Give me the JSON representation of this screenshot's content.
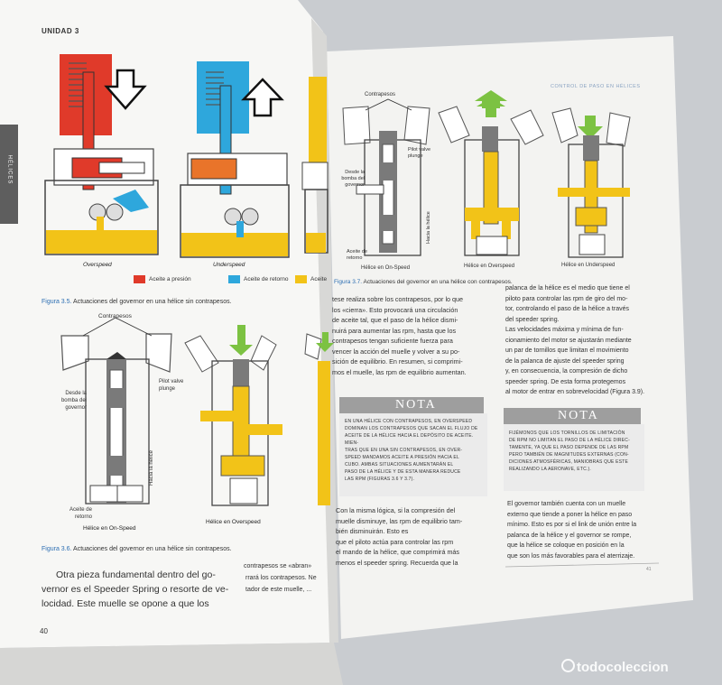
{
  "left_page": {
    "unit_header": "UNIDAD 3",
    "side_tab": "HÉLICES",
    "fig35": {
      "labels": [
        "Overspeed",
        "Underspeed"
      ],
      "legend": [
        {
          "label": "Aceite a presión",
          "color": "#e03a2a"
        },
        {
          "label": "Aceite de retorno",
          "color": "#2ea7dc"
        },
        {
          "label": "Aceite",
          "color": "#f2c318"
        }
      ],
      "caption_num": "Figura 3.5.",
      "caption_text": "Actuaciones del governor en una hélice sin contrapesos."
    },
    "fig36": {
      "contrapesos": "Contrapesos",
      "pilot_valve": "Pilot valve plunge",
      "desde_bomba": "Desde la bomba del governor",
      "hacia_helice": "Hacia la hélice",
      "aceite_retorno": "Aceite de retorno",
      "label_onspeed": "Hélice en On-Speed",
      "label_overspeed": "Hélice en Overspeed",
      "caption_num": "Figura 3.6.",
      "caption_text": "Actuaciones del governor en una hélice sin contrapesos."
    },
    "body_lines": [
      "Otra pieza fundamental dentro del go-",
      "vernor es el Speeder Spring o resorte de ve-",
      "locidad. Este muelle se opone a que los"
    ],
    "body_fragments": [
      "contrapesos se «abran»",
      "rrará los contrapesos. Ne",
      "tador de este muelle, ..."
    ],
    "page_number": "40"
  },
  "right_page": {
    "header": "CONTROL DE PASO EN HÉLICES",
    "fig37": {
      "contrapesos": "Contrapesos",
      "pilot_valve": "Pilot valve plunge",
      "desde_bomba": "Desde la bomba del governor",
      "hacia_helice": "Hacia la hélice",
      "aceite_retorno": "Aceite de retorno",
      "label_onspeed": "Hélice en On-Speed",
      "label_overspeed": "Hélice en Overspeed",
      "label_underspeed": "Hélice en Underspeed",
      "caption_num": "Figura 3.7.",
      "caption_text": "Actuaciones del governor en una hélice con contrapesos."
    },
    "col1_lines": [
      "tese realiza sobre los contrapesos, por lo que",
      "los «cierra». Esto provocará una circulación",
      "de aceite tal, que el paso de la hélice dismi-",
      "nuirá para aumentar las rpm, hasta que los",
      "contrapesos tengan suficiente fuerza para",
      "vencer la acción del muelle y volver a su po-",
      "sición de equilibrio. En resumen, si comprimi-",
      "mos el muelle, las rpm de equilibrio aumentan."
    ],
    "nota_title": "NOTA",
    "nota1_lines": [
      "En una hélice con contrapesos, en Overspeed",
      "dominan los contrapesos que sacan el flujo de",
      "aceite de la hélice hacia el depósito de aceite. Mien-",
      "tras que en una sin contrapesos, en Over-",
      "speed mandamos aceite a presión hacia el",
      "cubo. Ambas situaciones aumentarán el",
      "paso de la hélice y de esta manera reduce",
      "las rpm (Figuras 3.6 y 3.7)."
    ],
    "col1b_lines": [
      "Con la misma lógica, si la compresión del",
      "muelle disminuye, las rpm de equilibrio tam-",
      "bién disminuirán. Esto es",
      "que el piloto actúa para controlar las rpm",
      "el mando de la hélice, que comprimirá más",
      "menos el speeder spring. Recuerda que la"
    ],
    "col2_lines": [
      "palanca de la hélice es el medio que tiene el",
      "piloto para controlar las rpm de giro del mo-",
      "tor, controlando el paso de la hélice a través",
      "del speeder spring.",
      "Las velocidades máxima y mínima de fun-",
      "cionamiento del motor se ajustarán mediante",
      "un par de tornillos que limitan el movimiento",
      "de la palanca de ajuste del speeder spring",
      "y, en consecuencia, la compresión de dicho",
      "speeder spring. De esta forma protegemos",
      "al motor de entrar en sobrevelocidad (Figura 3.9)."
    ],
    "nota2_lines": [
      "Fijémonos que los tornillos de limitación",
      "de RPM no limitan el paso de la hélice direc-",
      "tamente, ya que el paso depende de las RPM",
      "pero también de magnitudes externas (con-",
      "diciones atmosféricas, maniobras que este",
      "realizando la aeronave, etc.)."
    ],
    "col2b_lines": [
      "El governor también cuenta con un muelle",
      "externo que tiende a poner la hélice en paso",
      "mínimo. Esto es por si el link de unión entre la",
      "palanca de la hélice y el governor se rompe,",
      "que la hélice se coloque en posición en la",
      "que son los más favorables para el aterrizaje."
    ],
    "page_number": "41"
  },
  "watermark": "todocoleccion",
  "colors": {
    "red": "#e03a2a",
    "blue": "#2ea7dc",
    "yellow": "#f2c318",
    "green": "#7cc242",
    "caption_blue": "#2d6fb3",
    "gray": "#6f6f6f"
  }
}
